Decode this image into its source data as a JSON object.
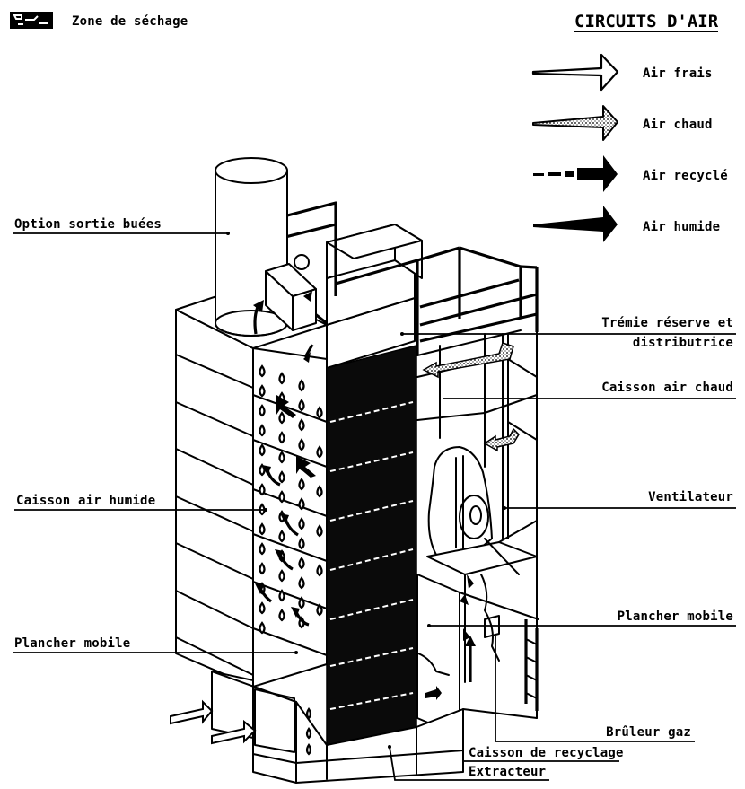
{
  "header": {
    "zone_legend_label": "Zone de séchage",
    "zone_legend_icon": "drying-zone-swatch"
  },
  "legend": {
    "title": "CIRCUITS D'AIR",
    "items": [
      {
        "label": "Air frais",
        "icon": "outline-arrow"
      },
      {
        "label": "Air chaud",
        "icon": "stippled-arrow"
      },
      {
        "label": "Air recyclé",
        "icon": "dashed-solid-arrow"
      },
      {
        "label": "Air humide",
        "icon": "solid-arrow"
      }
    ]
  },
  "labels": {
    "option_sortie_buees": "Option sortie buées",
    "caisson_air_humide": "Caisson air humide",
    "plancher_mobile_left": "Plancher mobile",
    "tremie_line1": "Trémie réserve et",
    "tremie_line2": "distributrice",
    "caisson_air_chaud": "Caisson air chaud",
    "ventilateur": "Ventilateur",
    "plancher_mobile_right": "Plancher mobile",
    "bruleur_gaz": "Brûleur gaz",
    "caisson_recyclage": "Caisson de recyclage",
    "extracteur": "Extracteur"
  },
  "colors": {
    "ink": "#000000",
    "paper": "#ffffff"
  }
}
